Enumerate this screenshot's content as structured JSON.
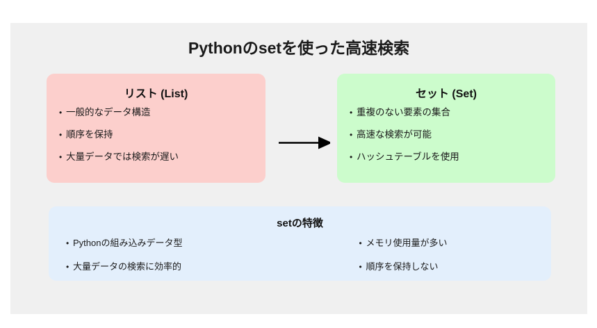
{
  "diagram": {
    "title": "Pythonのsetを使った高速検索",
    "background_color": "#f0f0f0",
    "cards": [
      {
        "id": "list",
        "title": "リスト (List)",
        "color": "#fccfcc",
        "items": [
          "一般的なデータ構造",
          "順序を保持",
          "大量データでは検索が遅い"
        ]
      },
      {
        "id": "set",
        "title": "セット (Set)",
        "color": "#ccfccc",
        "items": [
          "重複のない要素の集合",
          "高速な検索が可能",
          "ハッシュテーブルを使用"
        ]
      }
    ],
    "connector": {
      "icon": "arrow-right-icon",
      "color": "#000000"
    },
    "features_panel": {
      "title": "setの特徴",
      "color": "#e3effc",
      "left_column": [
        "Pythonの組み込みデータ型",
        "大量データの検索に効率的"
      ],
      "right_column": [
        "メモリ使用量が多い",
        "順序を保持しない"
      ]
    },
    "bullet_glyph": "•"
  }
}
